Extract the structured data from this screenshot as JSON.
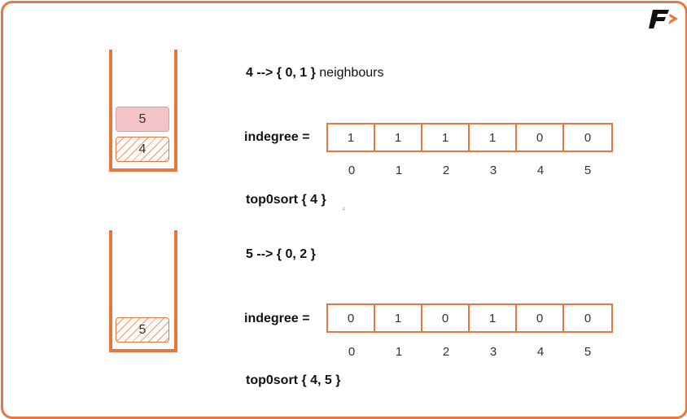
{
  "logo": {
    "icon": "brand-f-logo-icon",
    "color": "#e8773e"
  },
  "colors": {
    "accent": "#e8773e",
    "stack_top": "#f4c5c8"
  },
  "step1": {
    "stack": [
      "5",
      "4"
    ],
    "neighbours": {
      "head": "4 --> { 0, 1 }",
      "tail": "neighbours"
    },
    "indegree_label": "indegree =",
    "indegree": [
      "1",
      "1",
      "1",
      "1",
      "0",
      "0"
    ],
    "indices": [
      "0",
      "1",
      "2",
      "3",
      "4",
      "5"
    ],
    "topo": "top0sort { 4 }",
    "dot": "c"
  },
  "step2": {
    "stack": [
      "5"
    ],
    "neighbours": {
      "head": "5 --> { 0, 2 }"
    },
    "indegree_label": "indegree =",
    "indegree": [
      "0",
      "1",
      "0",
      "1",
      "0",
      "0"
    ],
    "indices": [
      "0",
      "1",
      "2",
      "3",
      "4",
      "5"
    ],
    "topo": "top0sort { 4, 5 }"
  }
}
